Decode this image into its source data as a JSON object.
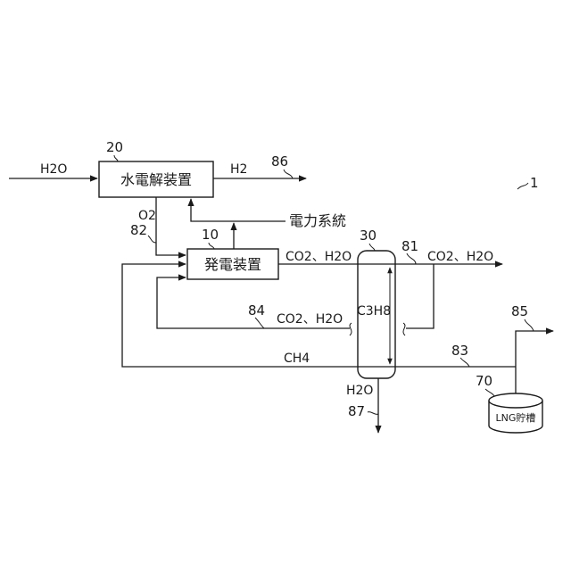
{
  "figure_number": "1",
  "blocks": {
    "water_electrolysis": {
      "label": "水電解装置",
      "ref": "20"
    },
    "power_generator": {
      "label": "発電装置",
      "ref": "10"
    },
    "separator": {
      "label": "C3H8",
      "ref": "30"
    },
    "lng_storage": {
      "label": "LNG貯槽",
      "ref": "70"
    }
  },
  "streams": {
    "water_in": "H2O",
    "hydrogen_out": "H2",
    "oxygen": "O2",
    "power_grid": "電力系統",
    "exhaust": "CO2、H2O",
    "separator_top": "CO2、H2O",
    "recycle": "CO2、H2O",
    "methane": "CH4",
    "water_out": "H2O"
  },
  "refs": {
    "hydrogen_line": "86",
    "oxygen_line": "82",
    "exhaust_line": "81",
    "recycle_line": "84",
    "methane_line": "83",
    "lng_out_line": "85",
    "water_line": "87"
  }
}
